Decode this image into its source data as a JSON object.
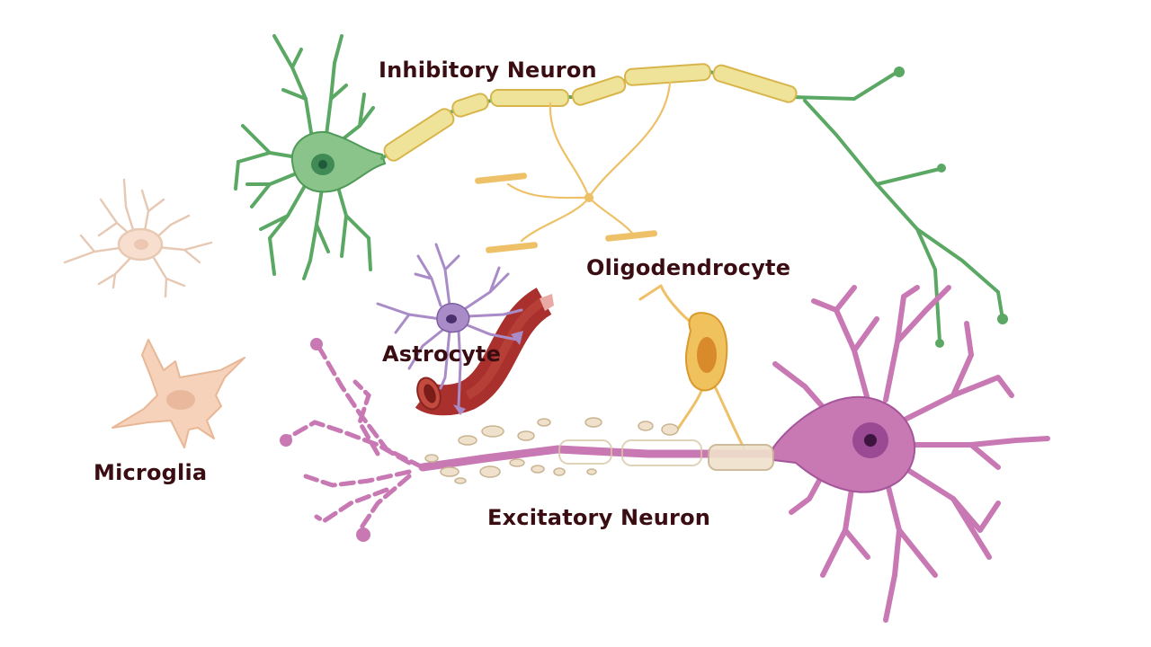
{
  "labels": {
    "inhibitory_neuron": "Inhibitory Neuron",
    "oligodendrocyte": "Oligodendrocyte",
    "astrocyte": "Astrocyte",
    "microglia": "Microglia",
    "excitatory_neuron": "Excitatory Neuron"
  },
  "colors": {
    "inhibitory_neuron": "#8bc48a",
    "inhibitory_outline": "#4f9a57",
    "myelin": "#efe39a",
    "oligodendrocyte": "#eec067",
    "astrocyte": "#a98bc8",
    "blood_vessel": "#a9302c",
    "microglia": "#f6d2bb",
    "excitatory_neuron": "#c878b3",
    "label_text": "#3a0d12"
  }
}
